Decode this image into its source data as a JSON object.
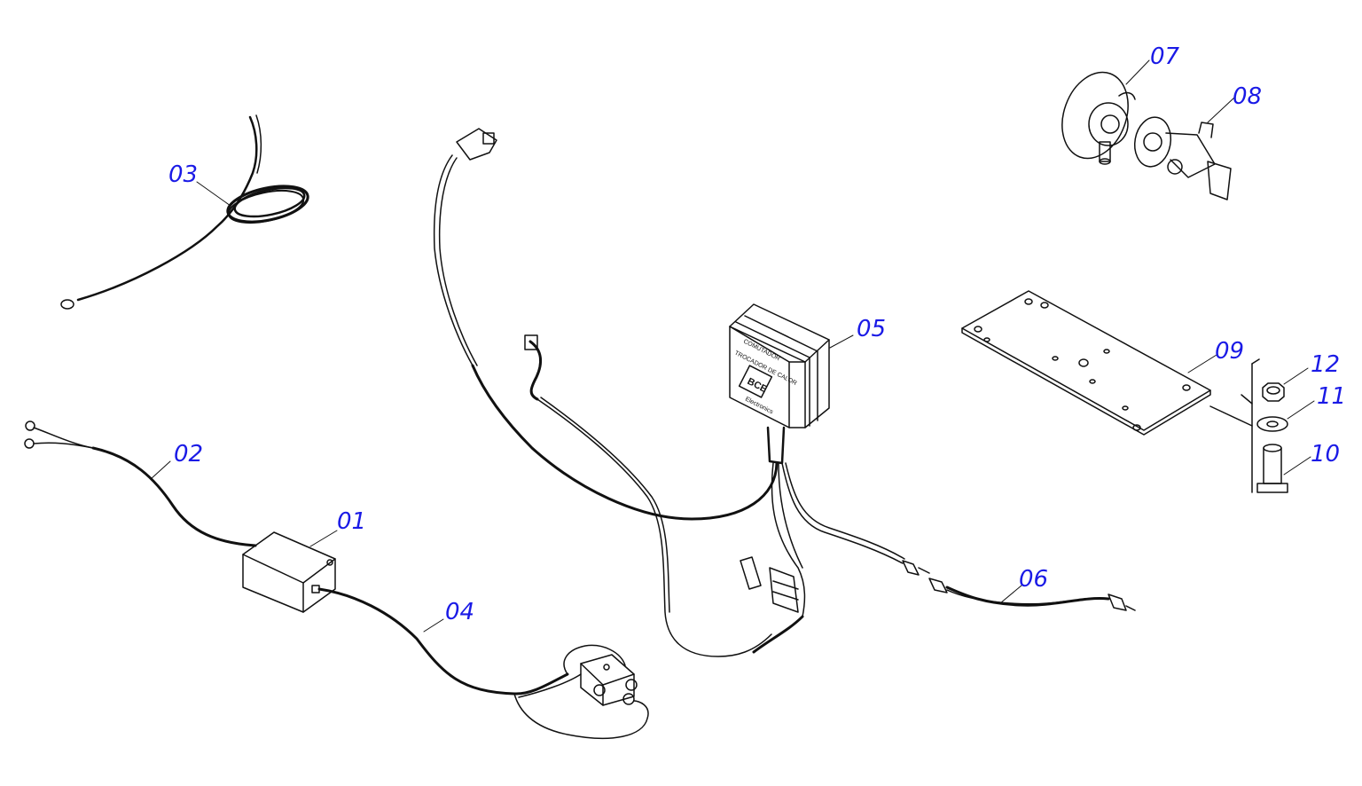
{
  "callouts": {
    "p01": "01",
    "p02": "02",
    "p03": "03",
    "p04": "04",
    "p05": "05",
    "p06": "06",
    "p07": "07",
    "p08": "08",
    "p09": "09",
    "p10": "10",
    "p11": "11",
    "p12": "12"
  },
  "switch_box": {
    "line1": "COMUTADOR",
    "line2": "TROCADOR DE CALOR",
    "logo": "BCE",
    "brand": "Electronics"
  },
  "colors": {
    "callout_text": "#1a1ae6",
    "line": "#111111"
  }
}
